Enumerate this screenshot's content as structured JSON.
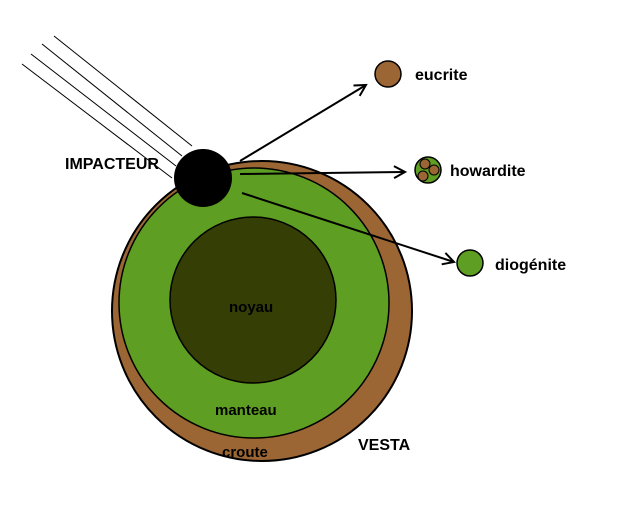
{
  "labels": {
    "impactor": "IMPACTEUR",
    "core": "noyau",
    "mantle": "manteau",
    "crust": "croute",
    "body": "VESTA"
  },
  "meteorites": [
    {
      "name": "eucrite",
      "composition": "crust"
    },
    {
      "name": "howardite",
      "composition": "mixed"
    },
    {
      "name": "diogénite",
      "composition": "mantle"
    }
  ],
  "colors": {
    "crust": "#9C6634",
    "mantle": "#5E9E22",
    "core": "#343E05",
    "impactor": "#000000",
    "arrow": "#000000",
    "outline": "#000000"
  }
}
